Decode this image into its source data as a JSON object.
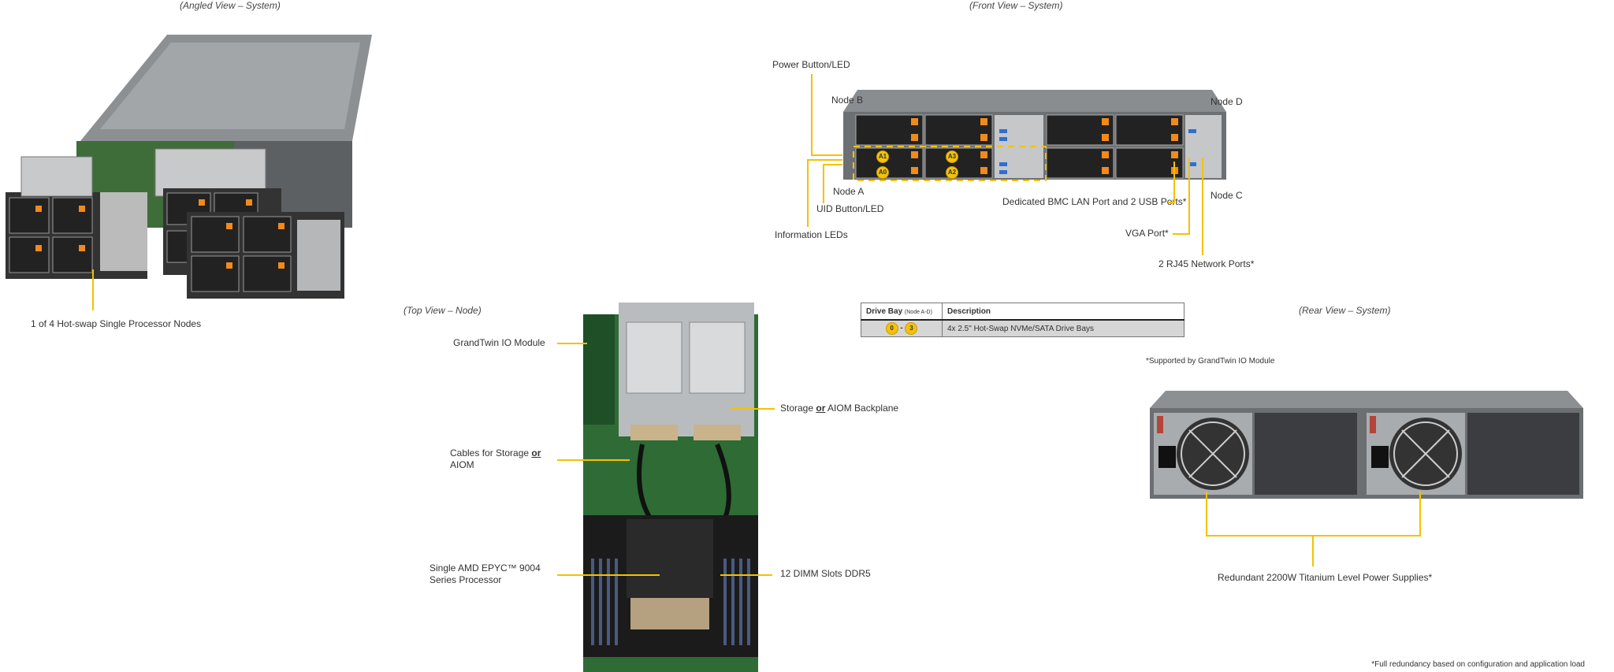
{
  "captions": {
    "angled": "(Angled View – System)",
    "front": "(Front View – System)",
    "top": "(Top View – Node)",
    "rear": "(Rear View – System)"
  },
  "angled": {
    "nodes_label": "1 of 4 Hot-swap Single Processor Nodes"
  },
  "front": {
    "power_button": "Power Button/LED",
    "node_b": "Node B",
    "node_d": "Node D",
    "node_a": "Node A",
    "node_c": "Node C",
    "uid_button": "UID Button/LED",
    "info_leds": "Information LEDs",
    "bmc_usb": "Dedicated BMC LAN Port and 2 USB Ports*",
    "vga": "VGA Port*",
    "rj45": "2 RJ45 Network Ports*",
    "bay_labels": [
      "A0",
      "A1",
      "A2",
      "A3"
    ]
  },
  "top": {
    "io_module": "GrandTwin IO Module",
    "cables_pre": "Cables for Storage ",
    "cables_or": "or",
    "cables_post": "AIOM",
    "backplane_pre": "Storage ",
    "backplane_or": "or",
    "backplane_post": " AIOM Backplane",
    "processor_line1": "Single AMD EPYC™ 9004",
    "processor_line2": "Series Processor",
    "dimm": "12 DIMM Slots DDR5"
  },
  "drive_table": {
    "header_col1": "Drive Bay",
    "header_col1_note": "(Node A-D)",
    "header_col2": "Description",
    "row_from": "0",
    "row_sep": "-",
    "row_to": "3",
    "row_desc": "4x 2.5\" Hot-Swap NVMe/SATA Drive Bays"
  },
  "notes": {
    "io_support": "*Supported by GrandTwin IO Module",
    "psu": "Redundant 2200W Titanium Level Power Supplies*",
    "redundancy": "*Full redundancy based on configuration and application load"
  },
  "colors": {
    "callout": "#f2c200",
    "drive_tab": "#f08a1c",
    "chassis": "#7b7d80"
  }
}
